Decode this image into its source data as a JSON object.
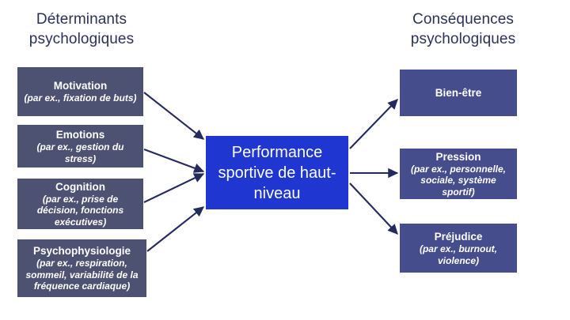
{
  "columns": {
    "left_heading": "Déterminants psychologiques",
    "right_heading": "Conséquences psychologiques"
  },
  "colors": {
    "background": "#ffffff",
    "heading_text": "#2b3157",
    "determinant_box": "#4e5272",
    "consequence_box": "#454d8c",
    "center_box": "#1f36d1",
    "arrow": "#232a5e",
    "box_text": "#ffffff"
  },
  "determinants": [
    {
      "title": "Motivation",
      "sub": "(par ex., fixation de buts)"
    },
    {
      "title": "Emotions",
      "sub": "(par ex., gestion du stress)"
    },
    {
      "title": "Cognition",
      "sub": "(par ex., prise de décision, fonctions exécutives)"
    },
    {
      "title": "Psychophysiologie",
      "sub": "(par ex., respiration, sommeil, variabilité de la fréquence cardiaque)"
    }
  ],
  "center": {
    "title": "Performance sportive de haut-niveau"
  },
  "consequences": [
    {
      "title": "Bien-être",
      "sub": ""
    },
    {
      "title": "Pression",
      "sub": "(par ex., personnelle, sociale, système sportif)"
    },
    {
      "title": "Préjudice",
      "sub": "(par ex., burnout, violence)"
    }
  ],
  "arrows": {
    "inbound_count": 4,
    "outbound_count": 3,
    "direction": "left-to-right"
  }
}
